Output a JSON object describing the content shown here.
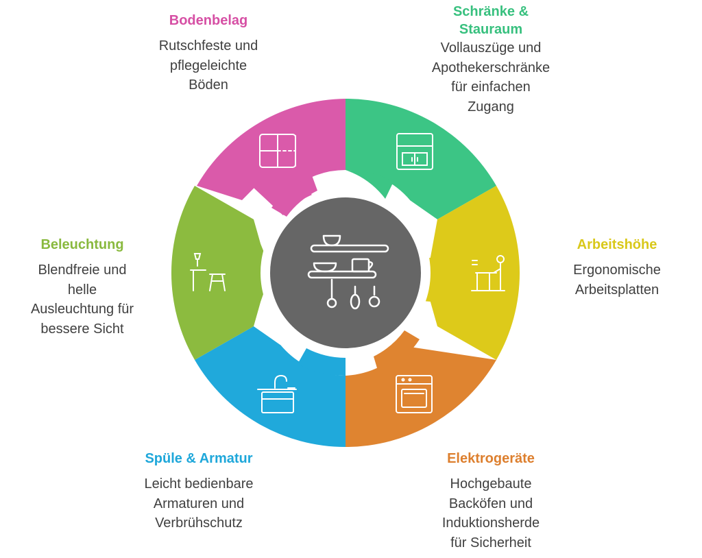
{
  "segments": [
    {
      "key": "bodenbelag",
      "title": "Bodenbelag",
      "color": "#DA5AAA",
      "text_color": "#D64FA4",
      "icon": "flooring-tiles-icon",
      "lines": [
        "Rutschfeste und",
        "pflegeleichte",
        "Böden"
      ]
    },
    {
      "key": "schraenke",
      "title_lines": [
        "Schränke &",
        "Stauraum"
      ],
      "color": "#3CC585",
      "text_color": "#37C07E",
      "icon": "cabinet-icon",
      "lines": [
        "Vollauszüge und",
        "Apothekerschränke",
        "für einfachen",
        "Zugang"
      ]
    },
    {
      "key": "arbeitshoehe",
      "title": "Arbeitshöhe",
      "color": "#DDCA1A",
      "text_color": "#D9C81A",
      "icon": "ergonomic-worktop-icon",
      "lines": [
        "Ergonomische",
        "Arbeitsplatten"
      ]
    },
    {
      "key": "elektrogeraete",
      "title": "Elektrogeräte",
      "color": "#DF8430",
      "text_color": "#DD7F2E",
      "icon": "oven-icon",
      "lines": [
        "Hochgebaute",
        "Backöfen und",
        "Induktionsherde",
        "für Sicherheit"
      ]
    },
    {
      "key": "spuele",
      "title": "Spüle & Armatur",
      "color": "#20A9DB",
      "text_color": "#1EA7DA",
      "icon": "sink-faucet-icon",
      "lines": [
        "Leicht bedienbare",
        "Armaturen und",
        "Verbrühschutz"
      ]
    },
    {
      "key": "beleuchtung",
      "title": "Beleuchtung",
      "color": "#8CBB3F",
      "text_color": "#89B93E",
      "icon": "lamp-bar-icon",
      "lines": [
        "Blendfreie und",
        "helle",
        "Ausleuchtung für",
        "bessere Sicht"
      ]
    }
  ],
  "center": {
    "color": "#666666",
    "icon": "kitchen-shelf-icon"
  }
}
